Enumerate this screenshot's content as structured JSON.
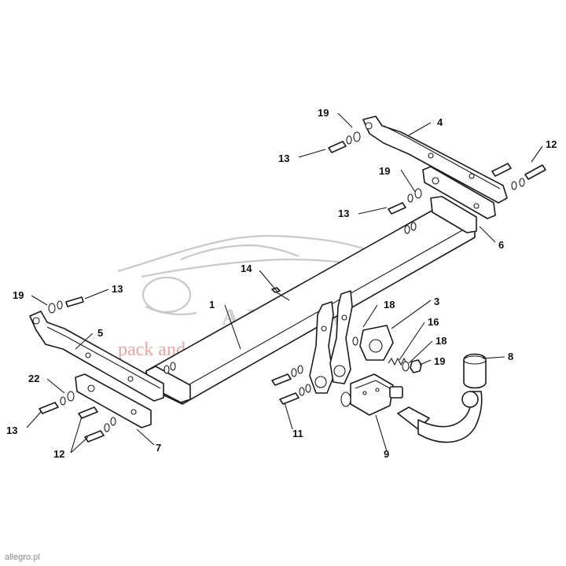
{
  "diagram": {
    "callouts": [
      {
        "id": "c1",
        "label": "1"
      },
      {
        "id": "c3",
        "label": "3"
      },
      {
        "id": "c4",
        "label": "4"
      },
      {
        "id": "c5",
        "label": "5"
      },
      {
        "id": "c6",
        "label": "6"
      },
      {
        "id": "c7",
        "label": "7"
      },
      {
        "id": "c8",
        "label": "8"
      },
      {
        "id": "c9",
        "label": "9"
      },
      {
        "id": "c11",
        "label": "11"
      },
      {
        "id": "c12a",
        "label": "12"
      },
      {
        "id": "c12b",
        "label": "12"
      },
      {
        "id": "c13a",
        "label": "13"
      },
      {
        "id": "c13b",
        "label": "13"
      },
      {
        "id": "c13c",
        "label": "13"
      },
      {
        "id": "c13d",
        "label": "13"
      },
      {
        "id": "c14",
        "label": "14"
      },
      {
        "id": "c16",
        "label": "16"
      },
      {
        "id": "c18a",
        "label": "18"
      },
      {
        "id": "c18b",
        "label": "18"
      },
      {
        "id": "c19a",
        "label": "19"
      },
      {
        "id": "c19b",
        "label": "19"
      },
      {
        "id": "c19c",
        "label": "19"
      },
      {
        "id": "c19d",
        "label": "19"
      },
      {
        "id": "c22",
        "label": "22"
      }
    ]
  },
  "watermark": {
    "brand": "AHAKA",
    "tagline": "pack and travel",
    "color_gray": "#cfcfcf",
    "color_red": "#e6a6a6"
  },
  "footer": {
    "source_label": "allegro.pl"
  }
}
